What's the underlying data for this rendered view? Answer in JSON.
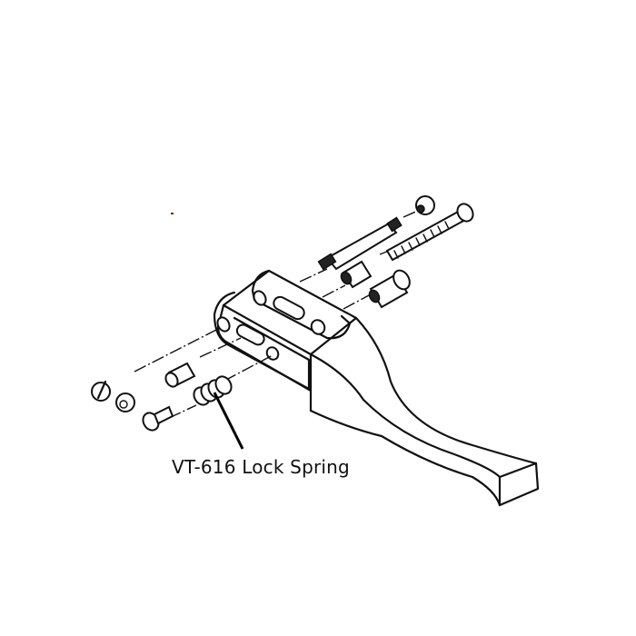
{
  "diagram": {
    "type": "exploded-parts-drawing",
    "subject": "handle / lever assembly",
    "callout": {
      "label": "VT-616 Lock Spring",
      "points_to": "lock-spring"
    },
    "parts": [
      {
        "id": "lever-handle",
        "description": "curved lever handle with forked clevis end"
      },
      {
        "id": "clevis-plate-front",
        "description": "front clevis plate with round holes and slot"
      },
      {
        "id": "clevis-plate-rear",
        "description": "rear clevis plate with round holes and slot"
      },
      {
        "id": "threaded-stud",
        "description": "long stud with knurled ends"
      },
      {
        "id": "long-screw",
        "description": "long threaded cap screw"
      },
      {
        "id": "short-pin",
        "description": "short cylindrical pin"
      },
      {
        "id": "bushing",
        "description": "stepped bushing"
      },
      {
        "id": "nut-top",
        "description": "hex nut (upper)"
      },
      {
        "id": "nut-left-1",
        "description": "hex nut (left)"
      },
      {
        "id": "nut-left-2",
        "description": "hex nut (left)"
      },
      {
        "id": "small-screw",
        "description": "small slotted screw"
      },
      {
        "id": "plunger-pin",
        "description": "small plunger pin"
      },
      {
        "id": "lock-spring",
        "description": "coil lock spring"
      }
    ],
    "colors": {
      "background": "#ffffff",
      "line": "#111111"
    }
  }
}
